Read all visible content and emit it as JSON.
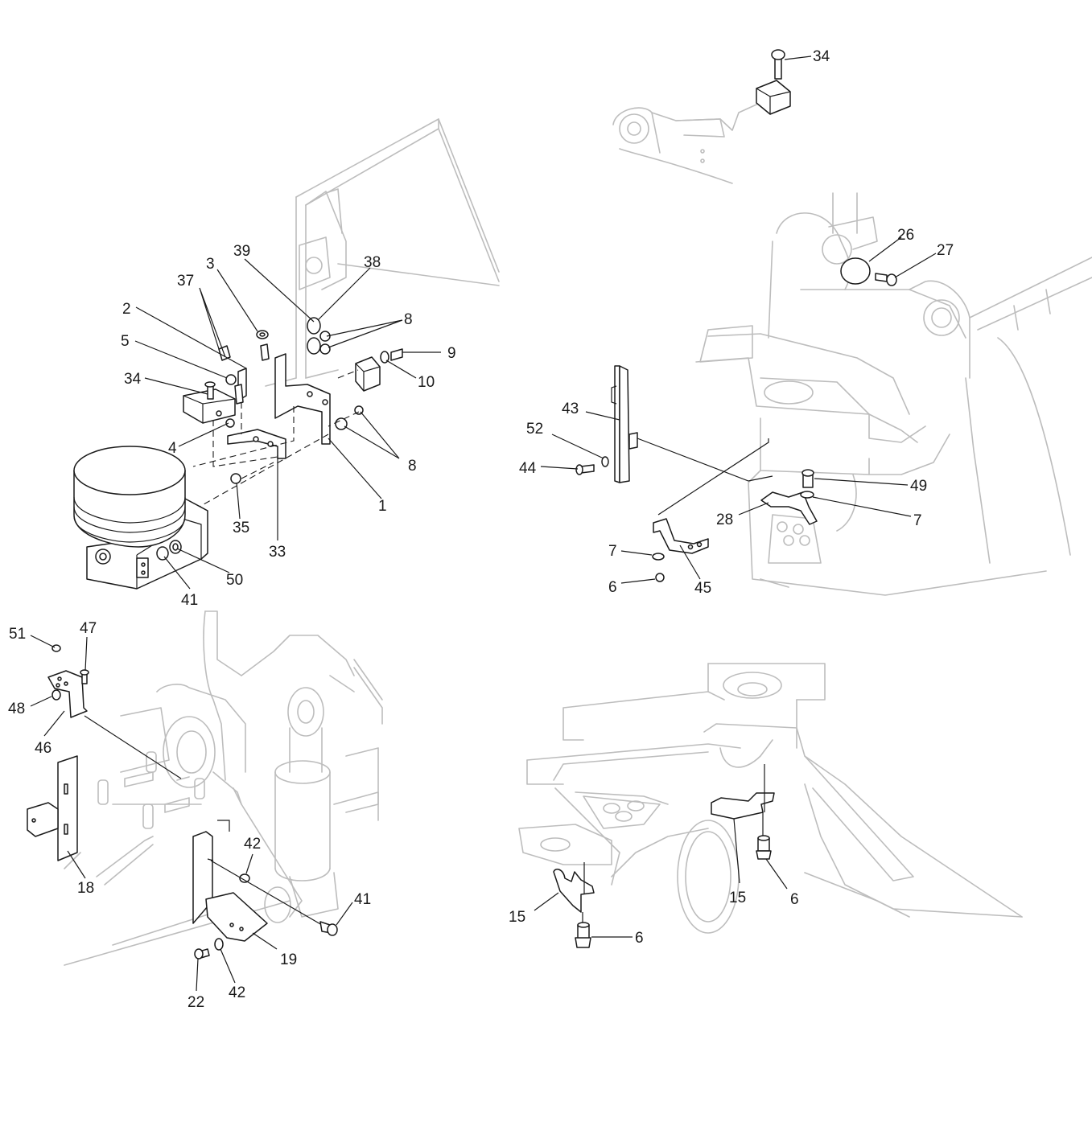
{
  "callouts": [
    {
      "id": "tl-1",
      "text": "1"
    },
    {
      "id": "tl-2",
      "text": "2"
    },
    {
      "id": "tl-3",
      "text": "3"
    },
    {
      "id": "tl-4",
      "text": "4"
    },
    {
      "id": "tl-5",
      "text": "5"
    },
    {
      "id": "tl-8a",
      "text": "8"
    },
    {
      "id": "tl-8b",
      "text": "8"
    },
    {
      "id": "tl-9",
      "text": "9"
    },
    {
      "id": "tl-10",
      "text": "10"
    },
    {
      "id": "tl-33",
      "text": "33"
    },
    {
      "id": "tl-34",
      "text": "34"
    },
    {
      "id": "tl-35",
      "text": "35"
    },
    {
      "id": "tl-37",
      "text": "37"
    },
    {
      "id": "tl-38",
      "text": "38"
    },
    {
      "id": "tl-39",
      "text": "39"
    },
    {
      "id": "tl-41",
      "text": "41"
    },
    {
      "id": "tl-50",
      "text": "50"
    },
    {
      "id": "tr-34",
      "text": "34"
    },
    {
      "id": "tr-26",
      "text": "26"
    },
    {
      "id": "tr-27",
      "text": "27"
    },
    {
      "id": "tr-43",
      "text": "43"
    },
    {
      "id": "tr-52",
      "text": "52"
    },
    {
      "id": "tr-44",
      "text": "44"
    },
    {
      "id": "tr-49",
      "text": "49"
    },
    {
      "id": "tr-28",
      "text": "28"
    },
    {
      "id": "tr-7a",
      "text": "7"
    },
    {
      "id": "tr-7b",
      "text": "7"
    },
    {
      "id": "tr-6",
      "text": "6"
    },
    {
      "id": "tr-45",
      "text": "45"
    },
    {
      "id": "bl-51",
      "text": "51"
    },
    {
      "id": "bl-47",
      "text": "47"
    },
    {
      "id": "bl-48",
      "text": "48"
    },
    {
      "id": "bl-46",
      "text": "46"
    },
    {
      "id": "bl-18",
      "text": "18"
    },
    {
      "id": "bl-42a",
      "text": "42"
    },
    {
      "id": "bl-41",
      "text": "41"
    },
    {
      "id": "bl-19",
      "text": "19"
    },
    {
      "id": "bl-22",
      "text": "22"
    },
    {
      "id": "bl-42b",
      "text": "42"
    },
    {
      "id": "br-15a",
      "text": "15"
    },
    {
      "id": "br-15b",
      "text": "15"
    },
    {
      "id": "br-6a",
      "text": "6"
    },
    {
      "id": "br-6b",
      "text": "6"
    }
  ]
}
